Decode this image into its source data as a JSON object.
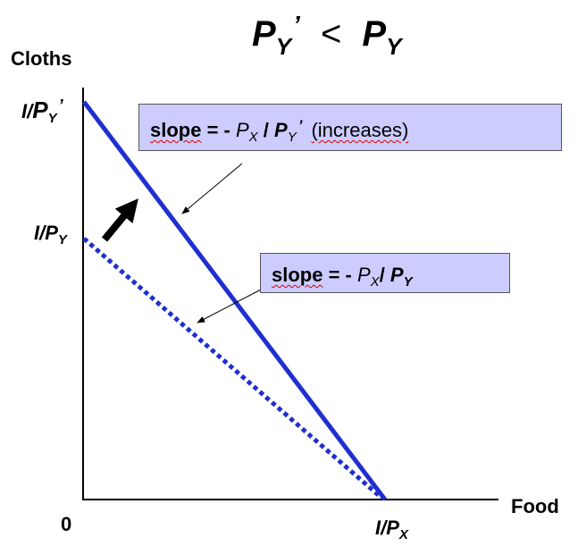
{
  "title": {
    "p": "P",
    "sub": "Y",
    "prime": "’",
    "op": "<",
    "p2": "P",
    "sub2": "Y"
  },
  "axes": {
    "y_label": "Cloths",
    "x_label": "Food",
    "origin": "0"
  },
  "ticks": {
    "y_new": {
      "num": "I/",
      "p": "P",
      "sub": "Y",
      "prime": "’"
    },
    "y_old": {
      "text": "I/P",
      "sub": "Y"
    },
    "x": {
      "text": "I/P",
      "sub": "X"
    }
  },
  "callouts": {
    "new_budget": {
      "slope_word": "slope",
      "eq": " = - ",
      "px": "P",
      "px_sub": "X",
      "slash": " / ",
      "py": "P",
      "py_sub": "Y",
      "prime": "’",
      "note": "(increases)"
    },
    "old_budget": {
      "slope_word": "slope",
      "eq": " = - ",
      "px": "P",
      "px_sub": "X",
      "slash": "/ ",
      "py": "P",
      "py_sub": "Y"
    }
  },
  "colors": {
    "budget_line": "#1f2fd0",
    "callout_fill": "#ccccff",
    "shift_arrow": "#000000"
  },
  "lines": {
    "new_budget": {
      "style": "solid",
      "label": "new budget line"
    },
    "old_budget": {
      "style": "dotted",
      "label": "old budget line"
    }
  }
}
